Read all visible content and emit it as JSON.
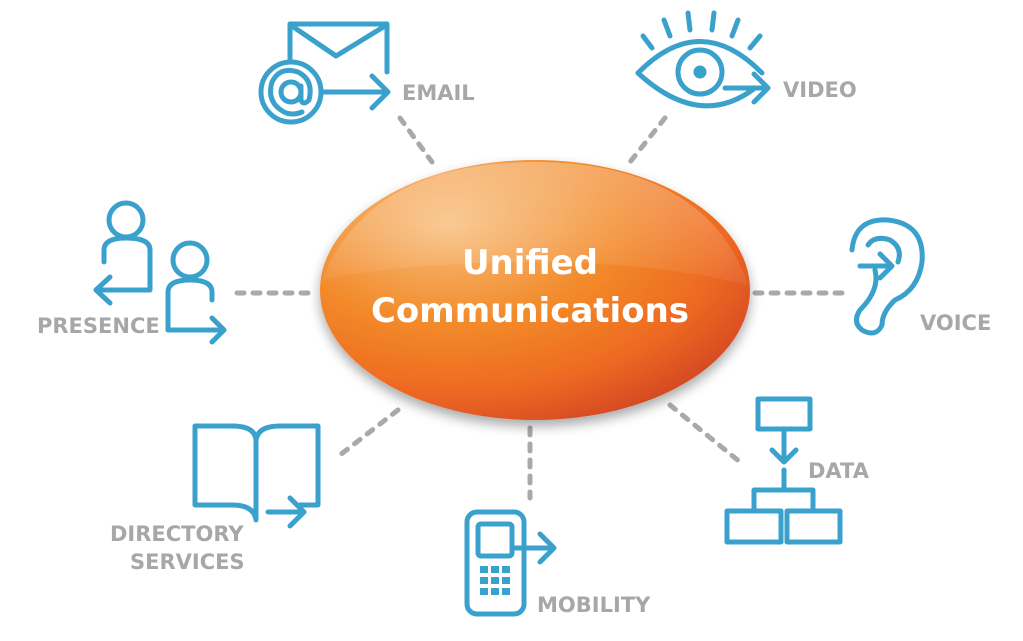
{
  "center": {
    "line1": "Unified",
    "line2": "Communications"
  },
  "nodes": {
    "email": {
      "label": "EMAIL",
      "icon": "envelope-at-icon"
    },
    "video": {
      "label": "VIDEO",
      "icon": "eye-icon"
    },
    "voice": {
      "label": "VOICE",
      "icon": "ear-icon"
    },
    "data": {
      "label": "DATA",
      "icon": "hierarchy-icon"
    },
    "mobility": {
      "label": "MOBILITY",
      "icon": "mobile-phone-icon"
    },
    "directory": {
      "label1": "DIRECTORY",
      "label2": "SERVICES",
      "icon": "book-icon"
    },
    "presence": {
      "label": "PRESENCE",
      "icon": "people-icon"
    }
  },
  "colors": {
    "icon": "#3aa0cc",
    "label": "#a7a7a7",
    "center_light": "#f7b878",
    "center_dark": "#d64a22"
  }
}
